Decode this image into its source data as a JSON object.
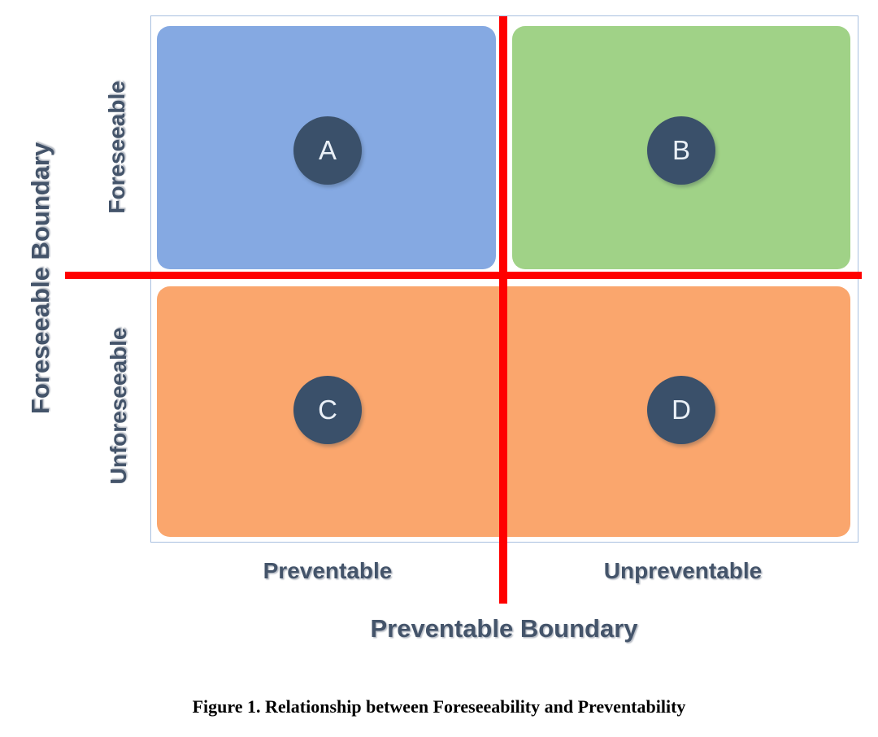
{
  "figure": {
    "caption": "Figure 1. Relationship between Foreseeability and Preventability",
    "colors": {
      "quadrant_a_fill": "#85A9E2",
      "quadrant_b_fill": "#A0D287",
      "quadrant_cd_fill": "#FAA66D",
      "boundary_line": "#FF0000",
      "marker_fill": "#3A506A",
      "marker_text": "#EAF0F7",
      "label_text": "#44546A",
      "frame_border": "#A9C0E0"
    }
  },
  "axes": {
    "y": {
      "title": "Foreseeable Boundary",
      "categories": [
        "Foreseeable",
        "Unforeseeable"
      ]
    },
    "x": {
      "title": "Preventable Boundary",
      "categories": [
        "Preventable",
        "Unpreventable"
      ]
    }
  },
  "chart_data": {
    "type": "scatter",
    "title": "Figure 1. Relationship between Foreseeability and Preventability",
    "xlabel": "Preventable Boundary",
    "ylabel": "Foreseeable Boundary",
    "x_categories": [
      "Preventable",
      "Unpreventable"
    ],
    "y_categories": [
      "Foreseeable",
      "Unforeseeable"
    ],
    "grid": false,
    "legend": "none",
    "quadrants": [
      {
        "id": "A",
        "label": "A",
        "x_category": "Preventable",
        "y_category": "Foreseeable",
        "fill": "#85A9E2",
        "position": "top-left"
      },
      {
        "id": "B",
        "label": "B",
        "x_category": "Unpreventable",
        "y_category": "Foreseeable",
        "fill": "#A0D287",
        "position": "top-right"
      },
      {
        "id": "C",
        "label": "C",
        "x_category": "Preventable",
        "y_category": "Unforeseeable",
        "fill": "#FAA66D",
        "position": "bottom-left"
      },
      {
        "id": "D",
        "label": "D",
        "x_category": "Unpreventable",
        "y_category": "Unforeseeable",
        "fill": "#FAA66D",
        "position": "bottom-right"
      }
    ],
    "markers": [
      {
        "label": "A",
        "x": 0,
        "y": 1
      },
      {
        "label": "B",
        "x": 1,
        "y": 1
      },
      {
        "label": "C",
        "x": 0,
        "y": 0
      },
      {
        "label": "D",
        "x": 1,
        "y": 0
      }
    ],
    "boundaries": [
      {
        "name": "Foreseeable Boundary",
        "orientation": "horizontal",
        "color": "#FF0000"
      },
      {
        "name": "Preventable Boundary",
        "orientation": "vertical",
        "color": "#FF0000"
      }
    ]
  }
}
